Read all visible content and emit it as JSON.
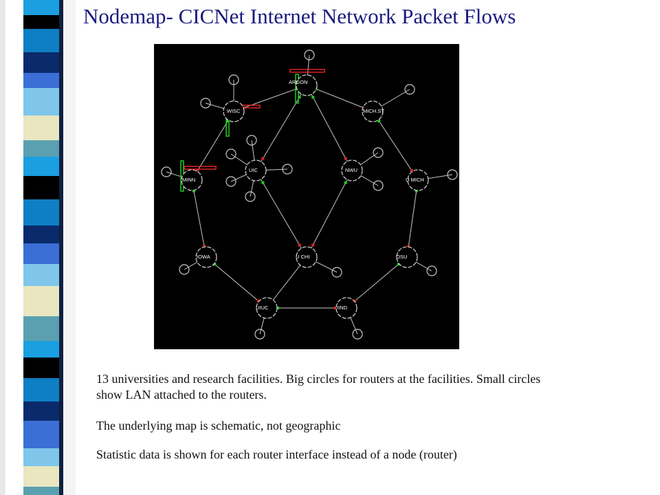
{
  "slide": {
    "title": "Nodemap- CICNet Internet Network Packet Flows",
    "paragraphs": [
      "13 universities and research facilities. Big circles for   routers at the facilities. Small circles show LAN attached to the routers.",
      "The underlying map is schematic, not geographic",
      "Statistic data is shown for each router interface instead of a node (router)"
    ]
  },
  "network_map": {
    "colors": {
      "background": "#000000",
      "links": "#c8c8c8",
      "inbound": "#22cc22",
      "outbound": "#dd2222",
      "interface": "#ffffff"
    },
    "routers": [
      {
        "id": "argon",
        "label": "ARGON"
      },
      {
        "id": "wisc",
        "label": "WISC"
      },
      {
        "id": "mich_st",
        "label": "MICH.ST"
      },
      {
        "id": "minn",
        "label": "MINN"
      },
      {
        "id": "uic",
        "label": "UIC"
      },
      {
        "id": "nwu",
        "label": "NWU"
      },
      {
        "id": "umich",
        "label": "U MICH"
      },
      {
        "id": "iowa",
        "label": "IOWA"
      },
      {
        "id": "uchi",
        "label": "U CHI"
      },
      {
        "id": "osu",
        "label": "OSU"
      },
      {
        "id": "uiuc",
        "label": "UIUC"
      },
      {
        "id": "iind",
        "label": "IIND"
      }
    ],
    "links": [
      [
        "argon",
        "wisc"
      ],
      [
        "argon",
        "mich_st"
      ],
      [
        "argon",
        "uic"
      ],
      [
        "argon",
        "nwu"
      ],
      [
        "wisc",
        "minn"
      ],
      [
        "mich_st",
        "umich"
      ],
      [
        "minn",
        "iowa"
      ],
      [
        "umich",
        "osu"
      ],
      [
        "iowa",
        "uiuc"
      ],
      [
        "osu",
        "iind"
      ],
      [
        "uiuc",
        "iind"
      ],
      [
        "uic",
        "uchi"
      ],
      [
        "nwu",
        "uchi"
      ],
      [
        "uchi",
        "uiuc"
      ]
    ]
  }
}
